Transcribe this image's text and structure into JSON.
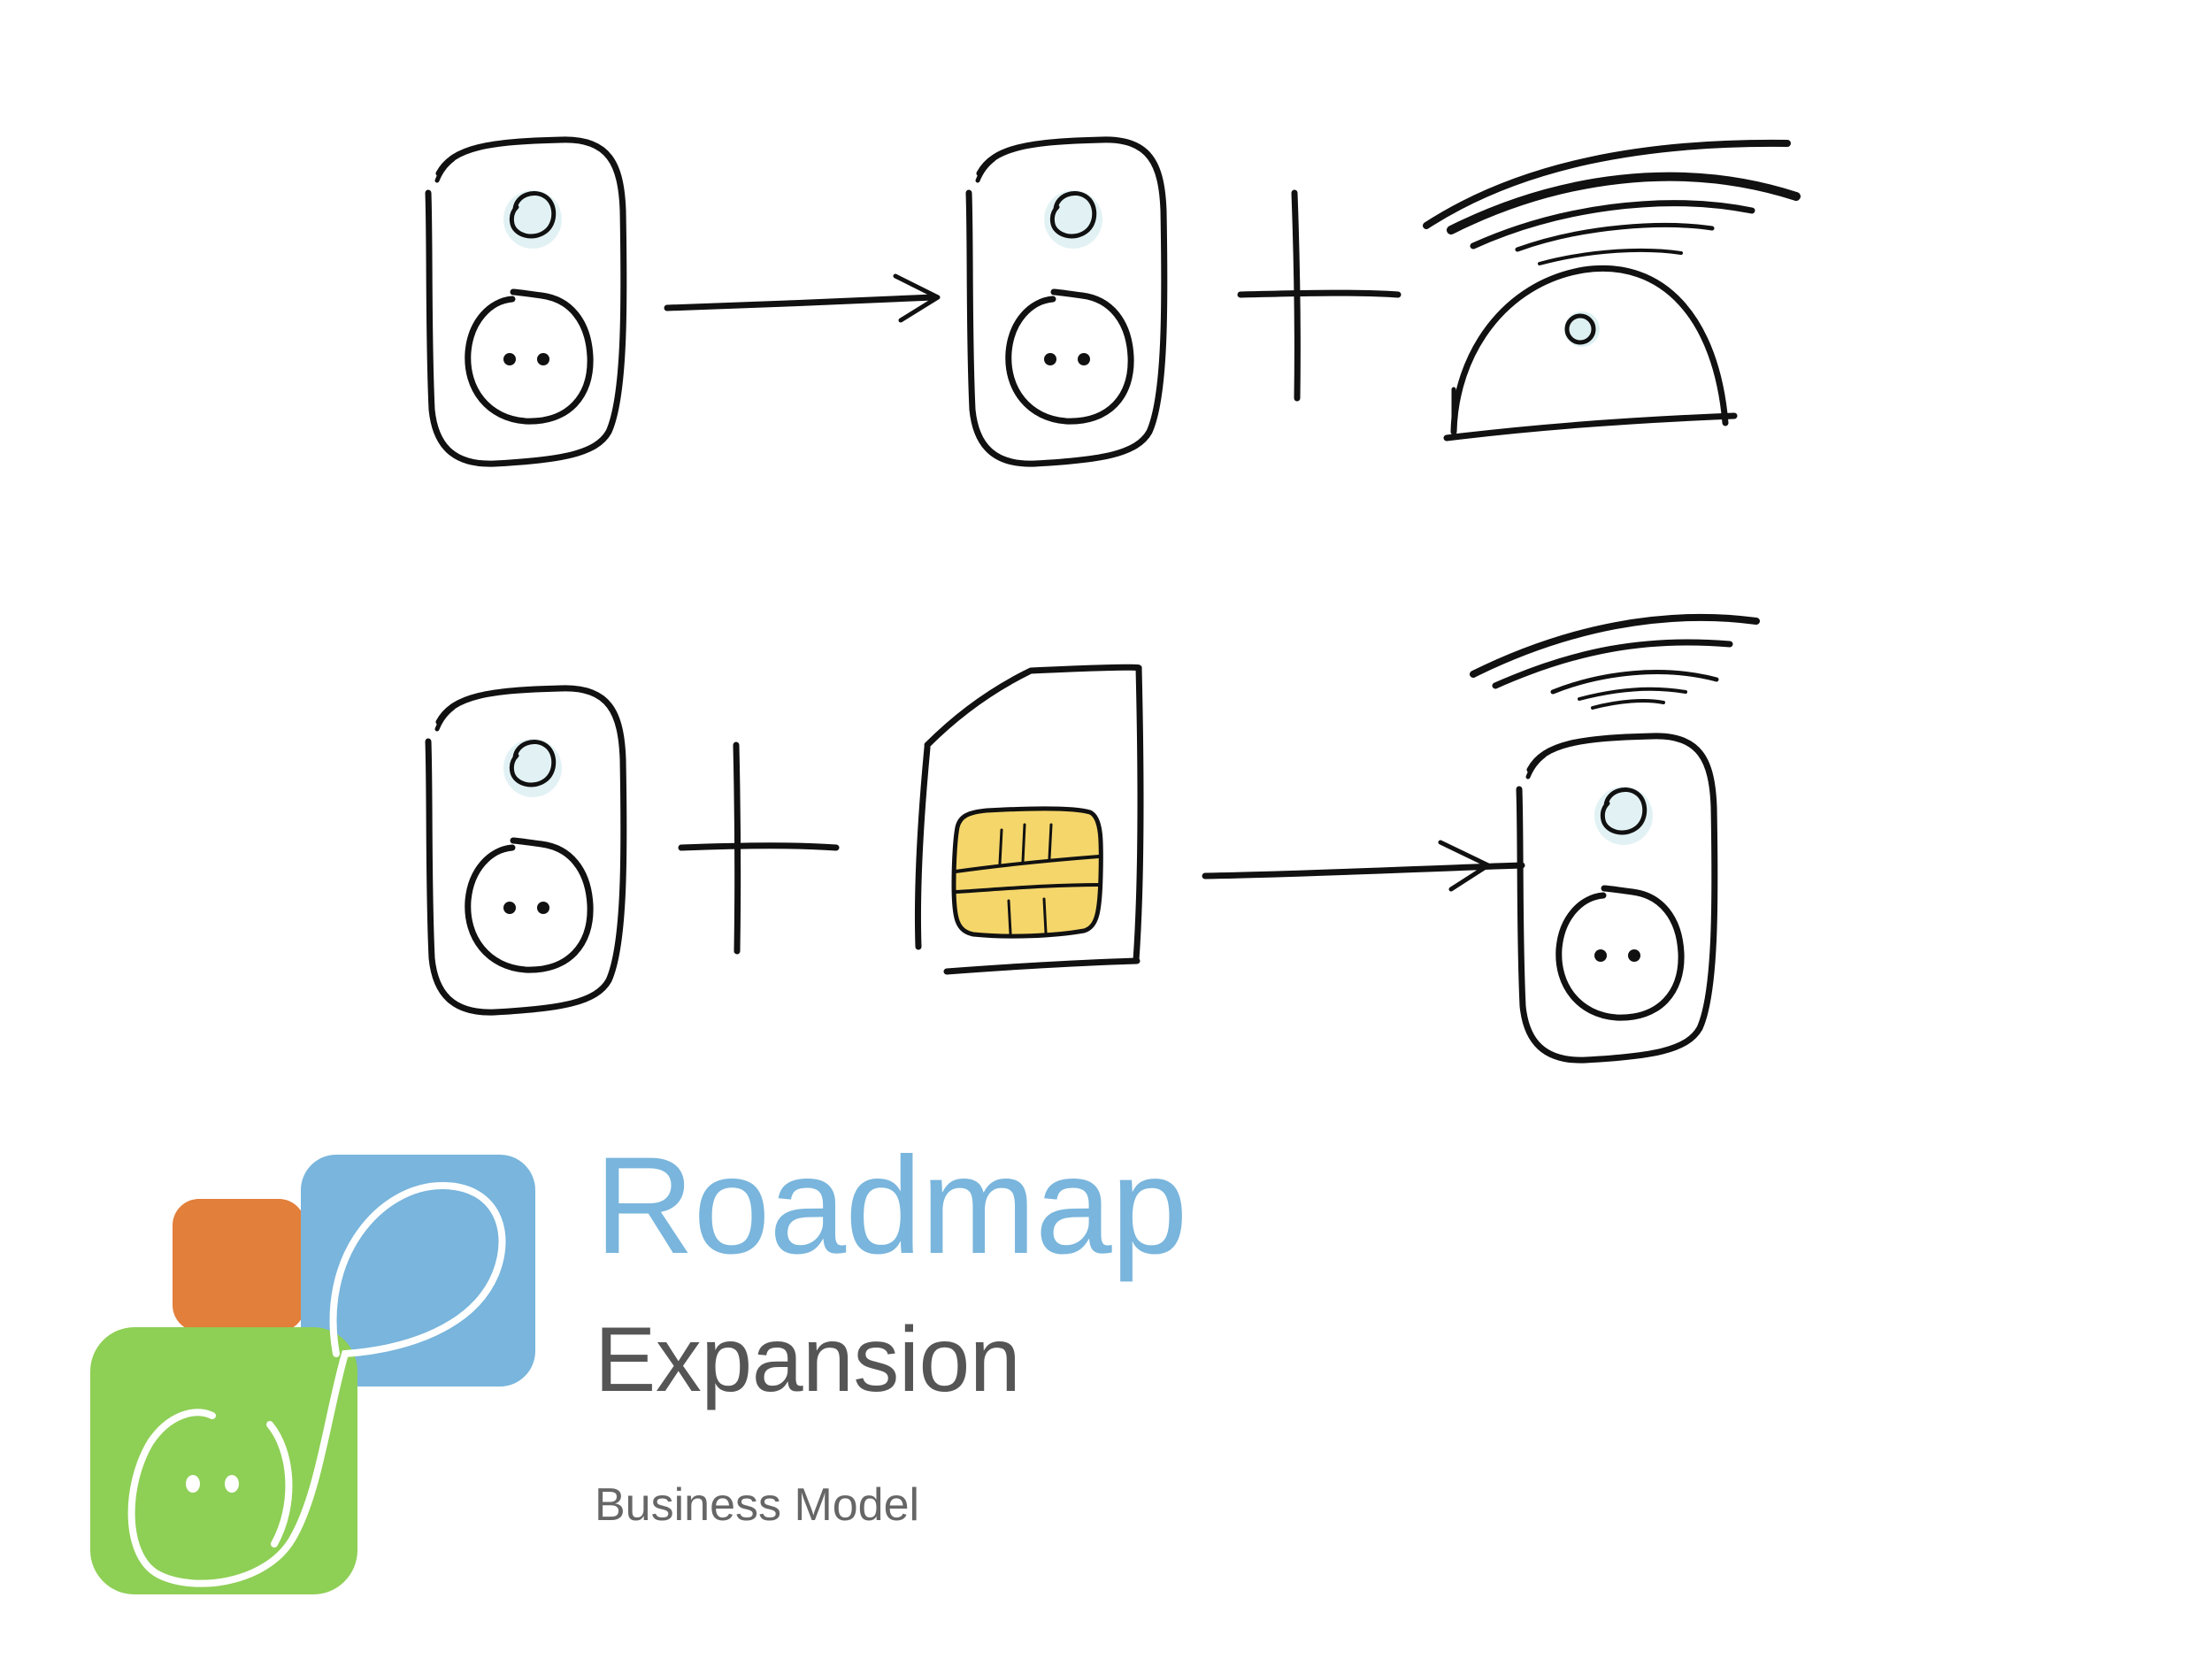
{
  "title": "Roadmap",
  "subtitle": "Expansion",
  "caption": "Business Model",
  "colors": {
    "ink": "#111111",
    "led": "#cfe9ec",
    "chip": "#f5d66a",
    "logo_green": "#8ecf55",
    "logo_blue": "#79b5dc",
    "logo_orange": "#e27f3a",
    "title": "#79b5dc",
    "subtitle": "#555555"
  },
  "icons": [
    "smart-plug-icon",
    "arrow-icon",
    "plus-icon",
    "wifi-hub-icon",
    "sim-card-icon",
    "wireless-plug-icon",
    "app-logo-icon"
  ]
}
